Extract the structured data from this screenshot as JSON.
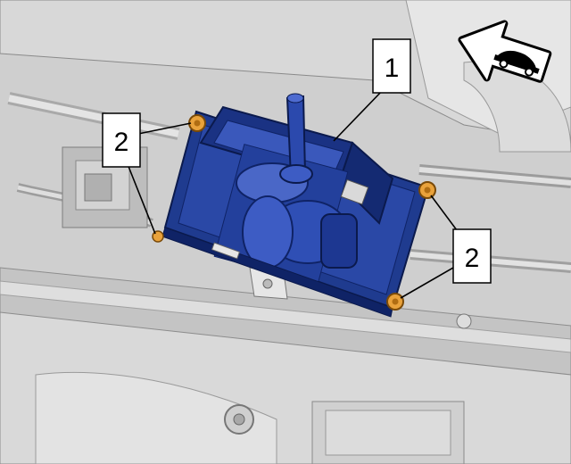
{
  "callouts": {
    "shifter_label": "1",
    "fastener_label_left": "2",
    "fastener_label_right": "2"
  },
  "orientation": {
    "icon": "front-of-vehicle-arrow-icon"
  },
  "colors": {
    "background_gray": "#c9c9c9",
    "part_blue": "#1f3b8f",
    "part_blue_dark": "#0f2366",
    "part_blue_light": "#4a67c7",
    "fastener_orange": "#e9a23b",
    "line_black": "#000000",
    "label_bg": "#ffffff"
  }
}
